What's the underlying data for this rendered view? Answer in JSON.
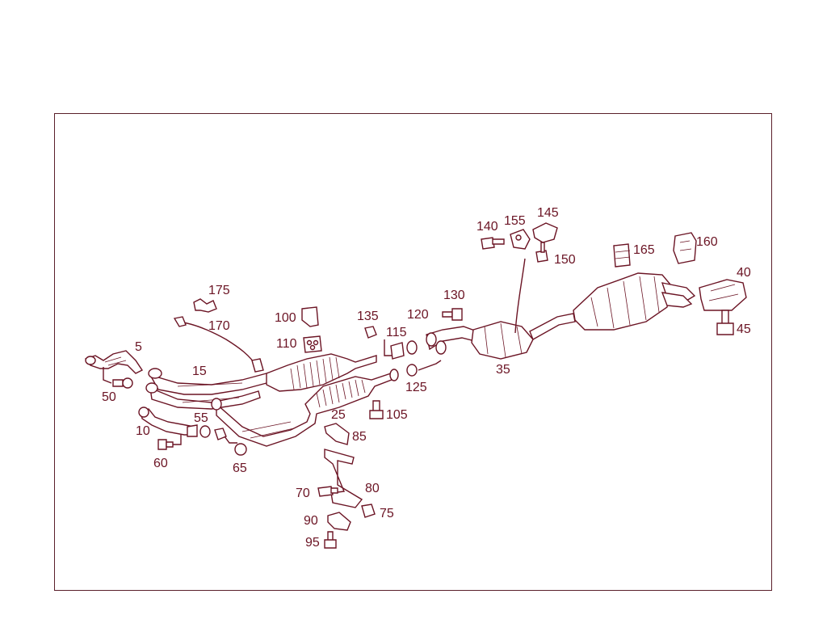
{
  "callouts": {
    "c5": "5",
    "c10": "10",
    "c15": "15",
    "c25": "25",
    "c35": "35",
    "c40": "40",
    "c45": "45",
    "c50": "50",
    "c55": "55",
    "c60": "60",
    "c65": "65",
    "c70": "70",
    "c75": "75",
    "c80": "80",
    "c85": "85",
    "c90": "90",
    "c95": "95",
    "c100": "100",
    "c105": "105",
    "c110": "110",
    "c115": "115",
    "c120": "120",
    "c125": "125",
    "c130": "130",
    "c135": "135",
    "c140": "140",
    "c145": "145",
    "c150": "150",
    "c155": "155",
    "c160": "160",
    "c165": "165",
    "c170": "170",
    "c175": "175"
  },
  "colors": {
    "line": "#6b1424",
    "frame": "#5a1f2a",
    "background": "#ffffff"
  }
}
